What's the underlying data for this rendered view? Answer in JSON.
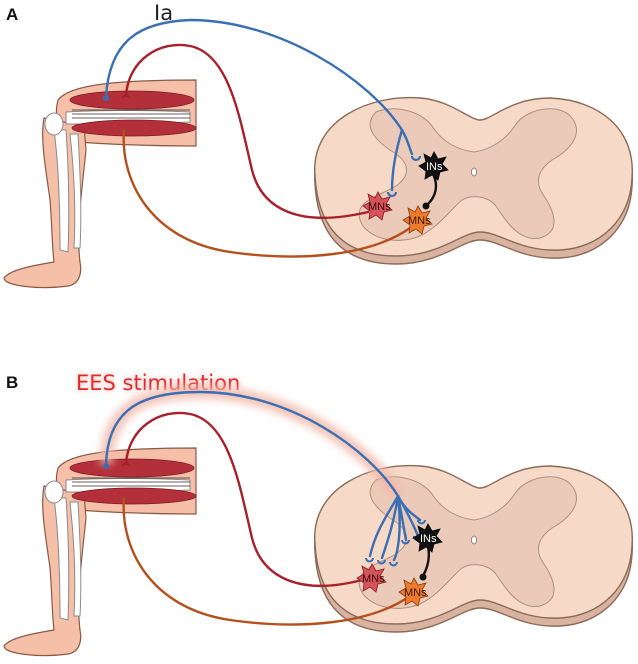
{
  "panels": [
    {
      "label": "A",
      "fiber_label": "Ia",
      "neurons": {
        "interneurons": "INs",
        "motoneurons_extensor": "MNs",
        "motoneurons_flexor": "MNs"
      }
    },
    {
      "label": "B",
      "stimulation_label": "EES stimulation",
      "neurons": {
        "interneurons": "INs",
        "motoneurons_extensor": "MNs",
        "motoneurons_flexor": "MNs"
      }
    }
  ],
  "colors": {
    "ia_afferent": "#3a6fb4",
    "extensor_motor": "#a8202a",
    "flexor_motor": "#b5501c",
    "interneuron": "#111111",
    "mn_extensor_fill": "#d4545a",
    "mn_flexor_fill": "#ee7a2c",
    "stimulation_text": "#e02b2b",
    "cord_outer": "#f7d9c8",
    "cord_gray_matter": "#ebcab9",
    "skin": "#f5bfa8",
    "muscle": "#b3303a"
  }
}
